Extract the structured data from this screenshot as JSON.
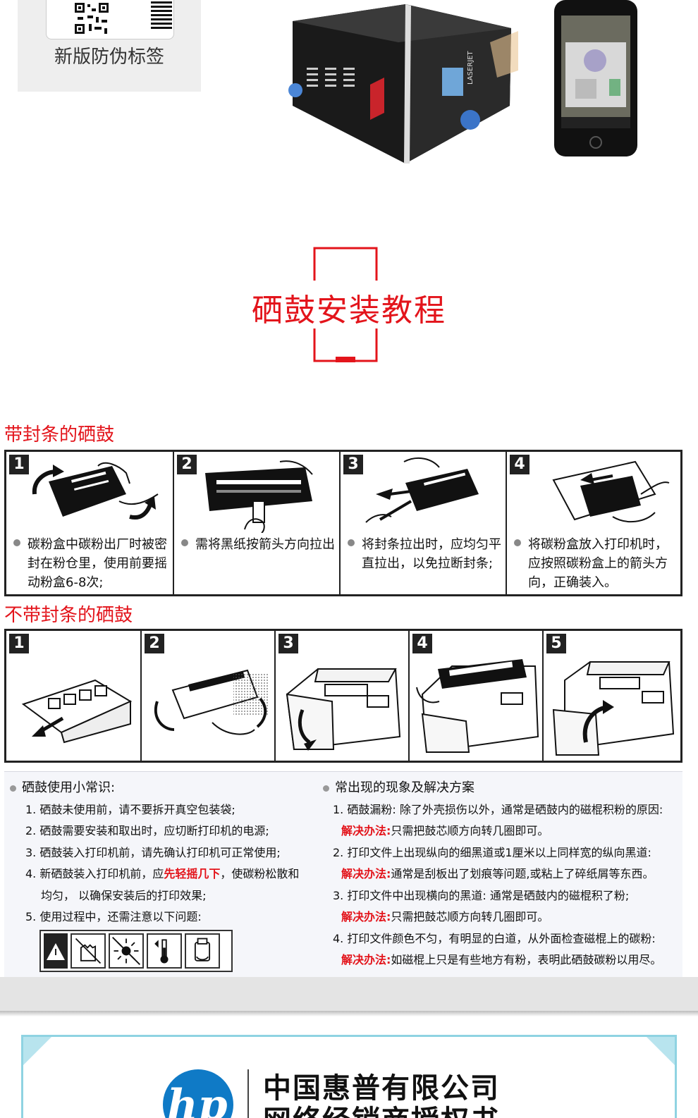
{
  "top": {
    "label_text": "新版防伪标签"
  },
  "heading": {
    "title": "硒鼓安装教程"
  },
  "sealed": {
    "section_title": "带封条的硒鼓",
    "steps": [
      {
        "num": "1",
        "caption": "碳粉盒中碳粉出厂时被密封在粉仓里，使用前要摇动粉盒6-8次;"
      },
      {
        "num": "2",
        "caption": "需将黑纸按箭头方向拉出"
      },
      {
        "num": "3",
        "caption": "将封条拉出时，应均匀平直拉出，以免拉断封条;"
      },
      {
        "num": "4",
        "caption": "将碳粉盒放入打印机时，应按照碳粉盒上的箭头方向，正确装入。"
      }
    ]
  },
  "unsealed": {
    "section_title": "不带封条的硒鼓",
    "steps": [
      {
        "num": "1"
      },
      {
        "num": "2"
      },
      {
        "num": "3"
      },
      {
        "num": "4"
      },
      {
        "num": "5"
      }
    ]
  },
  "tips": {
    "left_title": "硒鼓使用小常识:",
    "left_items": [
      "1. 硒鼓未使用前，请不要拆开真空包装袋;",
      "2. 硒鼓需要安装和取出时，应切断打印机的电源;",
      "3. 硒鼓装入打印机前，请先确认打印机可正常使用;"
    ],
    "left_item4_a": "4. 新硒鼓装入打印机前，应",
    "left_item4_red": "先轻摇几下",
    "left_item4_b": "，使碳粉松散和",
    "left_item4_c": "均匀，  以确保安装后的打印效果;",
    "left_item5": "5. 使用过程中，还需注意以下问题:",
    "right_title": "常出现的现象及解决方案",
    "solution_label": "解决办法:",
    "right_items": [
      {
        "problem": "1. 硒鼓漏粉: 除了外壳损伤以外，通常是硒鼓内的磁棍积粉的原因:",
        "solution": "只需把鼓芯顺方向转几圈即可。"
      },
      {
        "problem": "2. 打印文件上出现纵向的细黑道或1厘米以上同样宽的纵向黑道:",
        "solution": "通常是刮板出了划痕等问题,或粘上了碎纸屑等东西。"
      },
      {
        "problem": "3. 打印文件中出现横向的黑道:   通常是硒鼓内的磁棍积了粉;",
        "solution": "只需把鼓芯顺方向转几圈即可。"
      },
      {
        "problem": "4. 打印文件颜色不匀，有明显的白道，从外面检查磁棍上的碳粉:",
        "solution": "如磁棍上只是有些地方有粉，表明此硒鼓碳粉以用尽。"
      }
    ]
  },
  "auth": {
    "logo_text": "hp",
    "company_line1": "中国惠普有限公司",
    "company_line2": "网络经销商授权书"
  },
  "colors": {
    "accent_red": "#e3141b",
    "hp_blue": "#0f7ac6",
    "frame_cyan": "#8fd3e2"
  }
}
